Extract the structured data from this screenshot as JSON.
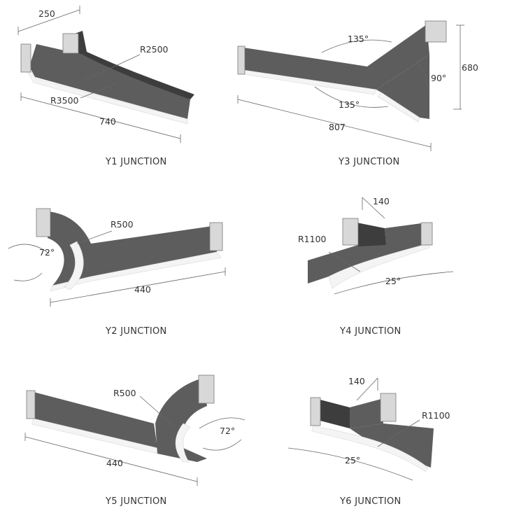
{
  "junctions": [
    {
      "name": "Y1 JUNCTION",
      "dims": [
        "250",
        "R2500",
        "R3500",
        "740"
      ]
    },
    {
      "name": "Y3 JUNCTION",
      "dims": [
        "135°",
        "135°",
        "90°",
        "680",
        "807"
      ]
    },
    {
      "name": "Y2 JUNCTION",
      "dims": [
        "R500",
        "72°",
        "440"
      ]
    },
    {
      "name": "Y4 JUNCTION",
      "dims": [
        "140",
        "R1100",
        "25°"
      ]
    },
    {
      "name": "Y5 JUNCTION",
      "dims": [
        "R500",
        "72°",
        "440"
      ]
    },
    {
      "name": "Y6 JUNCTION",
      "dims": [
        "140",
        "R1100",
        "25°"
      ]
    }
  ]
}
